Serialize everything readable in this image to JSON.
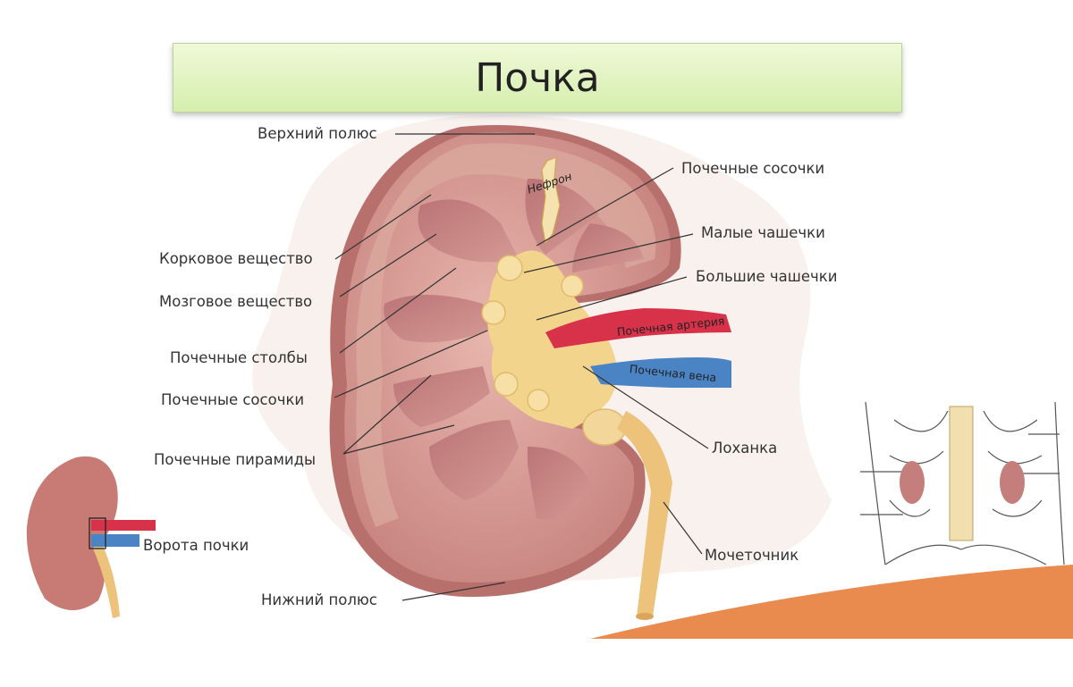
{
  "title": "Почка",
  "labels": {
    "upper_pole": "Верхний полюс",
    "cortex": "Корковое вещество",
    "medulla": "Мозговое вещество",
    "renal_columns": "Почечные столбы",
    "renal_papillae_left": "Почечные сосочки",
    "renal_pyramids": "Почечные пирамиды",
    "lower_pole": "Нижний полюс",
    "renal_papillae_right": "Почечные сосочки",
    "minor_calyces": "Малые чашечки",
    "major_calyces": "Большие чашечки",
    "renal_artery": "Почечная артерия",
    "renal_vein": "Почечная вена",
    "renal_pelvis": "Лоханка",
    "ureter": "Мочеточник",
    "nephron": "Нефрон",
    "hilum": "Ворота почки"
  },
  "colors": {
    "cortex": "#d39a93",
    "medulla": "#c47f7c",
    "capsule": "#b8706c",
    "pelvis": "#f2d48c",
    "artery": "#d8324a",
    "vein": "#4a84c4",
    "ureter": "#edc27a",
    "title_bg": "#e3f2c3",
    "accent_orange": "#e98a4e"
  }
}
